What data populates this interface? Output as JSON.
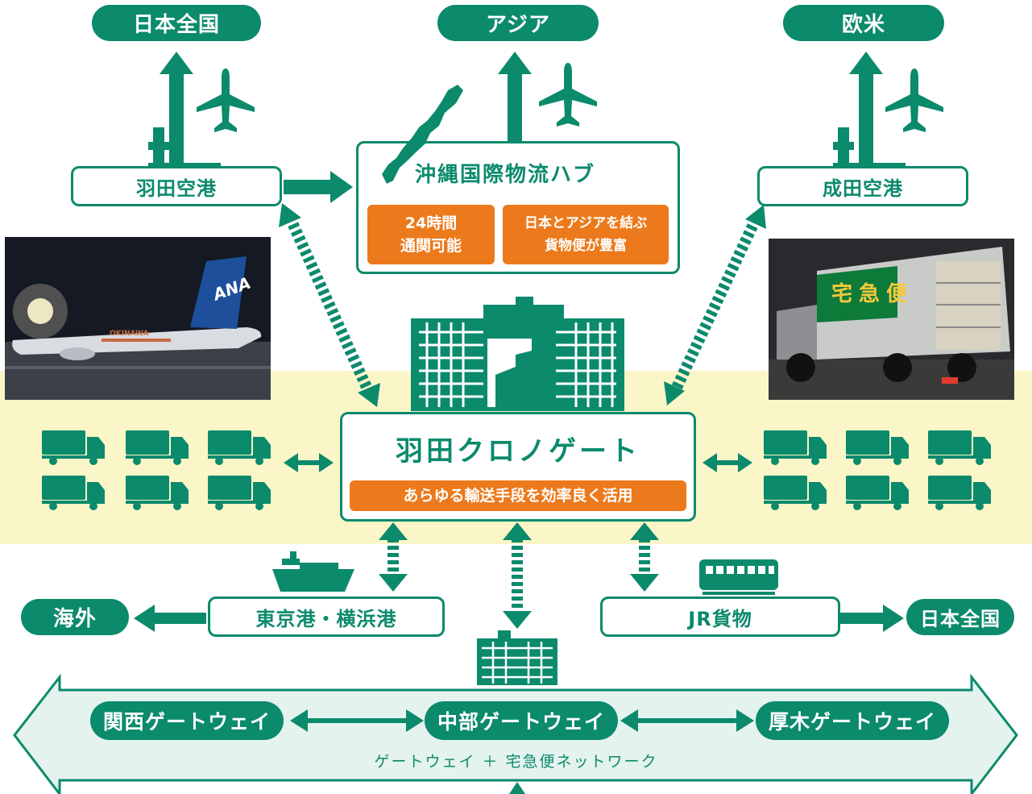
{
  "destinations": {
    "japan_top": "日本全国",
    "asia": "アジア",
    "europe_us": "欧米",
    "overseas": "海外",
    "japan_right": "日本全国"
  },
  "airports": {
    "haneda": "羽田空港",
    "narita": "成田空港"
  },
  "okinawa_hub": {
    "title": "沖縄国際物流ハブ",
    "feature_1": "24時間\n通関可能",
    "feature_2": "日本とアジアを結ぶ\n貨物便が豊富"
  },
  "chrono_gate": {
    "title": "羽田クロノゲート",
    "subtitle": "あらゆる輸送手段を効率良く活用"
  },
  "ports": "東京港・横浜港",
  "jr_freight": "JR貨物",
  "gateways": {
    "kansai": "関西ゲートウェイ",
    "chubu": "中部ゲートウェイ",
    "atsugi": "厚木ゲートウェイ",
    "network_label": "ゲートウェイ ＋ 宅急便ネットワーク"
  },
  "photo_plane": {
    "livery": "ANA",
    "fuselage_label": "OKINAWA"
  },
  "photo_truck": {
    "sign": "宅急便"
  },
  "colors": {
    "green": "#0b8a6c",
    "orange": "#ec7a1c",
    "band": "#fbf6c8",
    "light_green": "#e4f3ee"
  }
}
